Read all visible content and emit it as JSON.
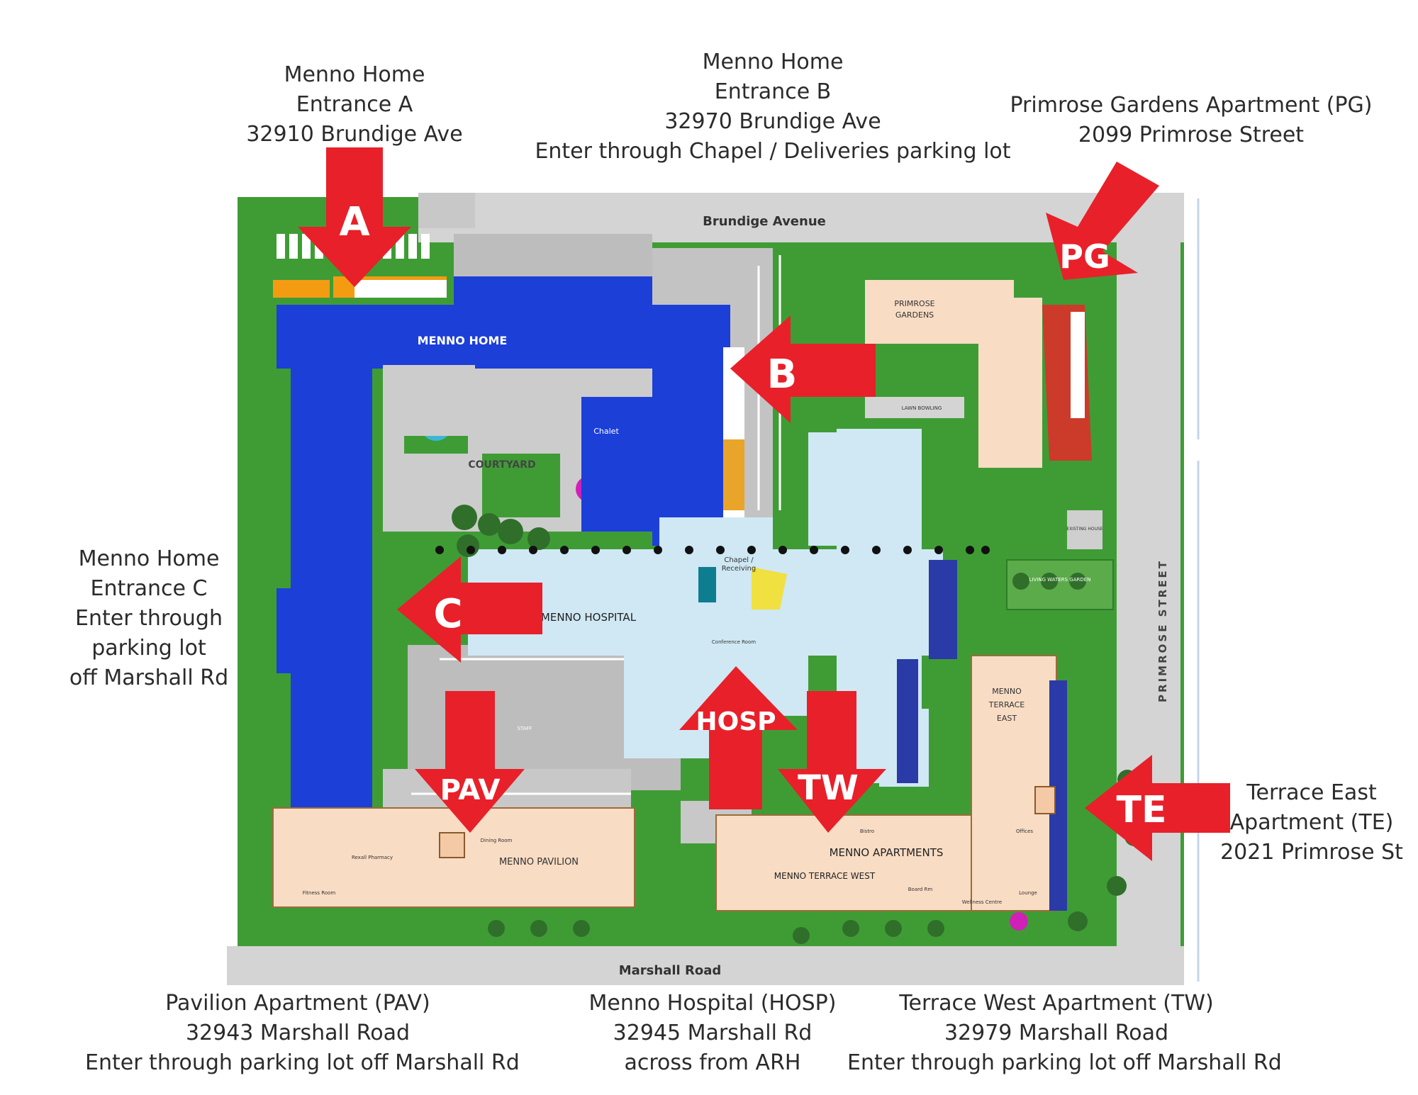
{
  "colors": {
    "arrow": "#e8202a",
    "grass": "#3f9c35",
    "menno_home": "#1c3fd8",
    "hospital": "#cfe8f4",
    "apartments": "#f8dcc4",
    "road": "#d4d4d4",
    "parking": "#bdbdbd",
    "brick": "#cc3a2a"
  },
  "labels": {
    "entrance_a": [
      "Menno Home",
      "Entrance A",
      "32910 Brundige Ave"
    ],
    "entrance_b": [
      "Menno Home",
      "Entrance B",
      "32970 Brundige Ave",
      "Enter through Chapel / Deliveries parking lot"
    ],
    "primrose_gardens": [
      "Primrose Gardens Apartment (PG)",
      "2099 Primrose Street"
    ],
    "entrance_c": [
      "Menno Home",
      "Entrance C",
      "Enter through",
      "parking lot",
      "off Marshall Rd"
    ],
    "terrace_east": [
      "Terrace East",
      "Apartment (TE)",
      "2021 Primrose St"
    ],
    "pavilion": [
      "Pavilion Apartment (PAV)",
      "32943 Marshall Road",
      "Enter through parking lot off Marshall Rd"
    ],
    "hospital": [
      "Menno Hospital (HOSP)",
      "32945 Marshall Rd",
      "across from ARH"
    ],
    "terrace_west": [
      "Terrace West Apartment (TW)",
      "32979 Marshall Road",
      "Enter through parking lot off Marshall Rd"
    ]
  },
  "arrows": {
    "a": "A",
    "b": "B",
    "pg": "PG",
    "c": "C",
    "pav": "PAV",
    "hosp": "HOSP",
    "tw": "TW",
    "te": "TE"
  },
  "map": {
    "brundige_avenue": "Brundige Avenue",
    "marshall_road": "Marshall Road",
    "primrose_street": "PRIMROSE STREET",
    "menno_home": "MENNO HOME",
    "courtyard": "COURTYARD",
    "chalet": "Chalet",
    "menno_hospital": "MENNO HOSPITAL",
    "menno_pavilion": "MENNO PAVILION",
    "menno_terrace_west": "MENNO TERRACE WEST",
    "menno_apartments": "MENNO APARTMENTS",
    "menno_terrace_east": [
      "MENNO",
      "TERRACE",
      "EAST"
    ],
    "primrose_gardens": [
      "PRIMROSE",
      "GARDENS"
    ],
    "staff": "STAFF",
    "chapel_receiving": [
      "Chapel /",
      "Receiving"
    ],
    "conference_room": "Conference Room",
    "dining_room": "Dining Room",
    "fitness_room": "Fitness Room",
    "rexall_pharmacy": "Rexall Pharmacy",
    "bistro": "Bistro",
    "offices": "Offices",
    "lounge": "Lounge",
    "wellness_centre": "Wellness Centre",
    "board_rm": "Board Rm",
    "lawn_bowling": "LAWN BOWLING",
    "living_waters_garden": "LIVING WATERS GARDEN",
    "existing_house": "EXISTING HOUSE"
  }
}
